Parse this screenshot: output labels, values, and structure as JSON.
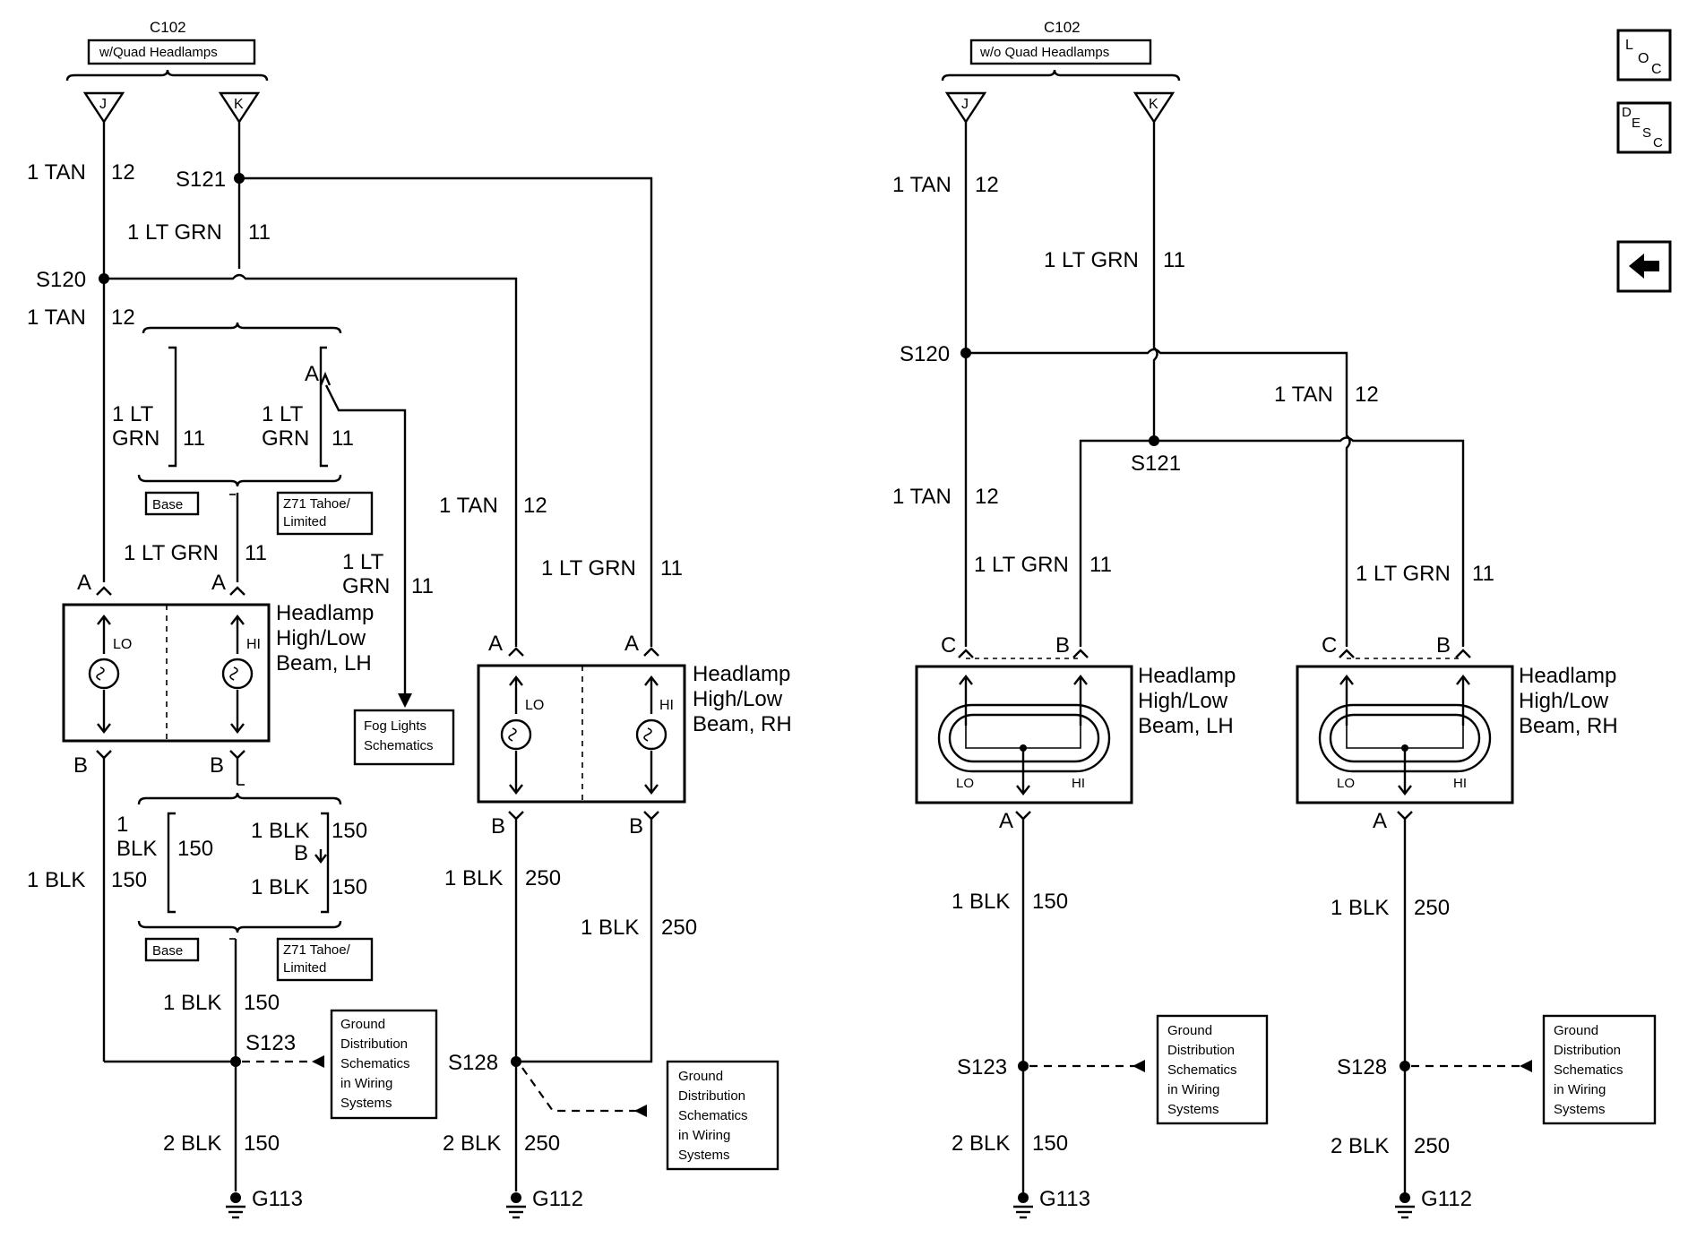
{
  "left": {
    "connector_name": "C102",
    "connector_variant": "w/Quad Headlamps",
    "pin_j": "J",
    "pin_k": "K",
    "w_j_color": "1 TAN",
    "w_j_ckt": "12",
    "s121": "S121",
    "w_s121_color": "1 LT GRN",
    "w_s121_ckt": "11",
    "s120": "S120",
    "w_s120_color": "1 TAN",
    "w_s120_ckt": "12",
    "pin_a_fog": "A",
    "w_base_color_1": "1 LT",
    "w_base_color_2": "GRN",
    "w_base_ckt": "11",
    "w_z71_color_1": "1 LT",
    "w_z71_color_2": "GRN",
    "w_z71_ckt": "11",
    "base_label": "Base",
    "z71_label_1": "Z71 Tahoe/",
    "z71_label_2": "Limited",
    "w_lh_feed_color": "1 LT GRN",
    "w_lh_feed_ckt": "11",
    "w_fog_color_1": "1 LT",
    "w_fog_color_2": "GRN",
    "w_fog_ckt": "11",
    "fog_box_1": "Fog Lights",
    "fog_box_2": "Schematics",
    "lh_pin_a1": "A",
    "lh_pin_a2": "A",
    "lh_lo": "LO",
    "lh_hi": "HI",
    "lh_title_1": "Headlamp",
    "lh_title_2": "High/Low",
    "lh_title_3": "Beam, LH",
    "lh_pin_b1": "B",
    "lh_pin_b2": "B",
    "w_lh_gnd_left_color": "1 BLK",
    "w_lh_gnd_left_ckt": "150",
    "w_base_gnd_color_1": "1",
    "w_base_gnd_color_2": "BLK",
    "w_base_gnd_ckt": "150",
    "w_z71_gnd_top_color": "1 BLK",
    "w_z71_gnd_top_ckt": "150",
    "z71_gnd_pin": "B",
    "w_z71_gnd_bot_color": "1 BLK",
    "w_z71_gnd_bot_ckt": "150",
    "base_label_2": "Base",
    "z71_label_b1": "Z71 Tahoe/",
    "z71_label_b2": "Limited",
    "w_lh_gnd_mid_color": "1 BLK",
    "w_lh_gnd_mid_ckt": "150",
    "s123": "S123",
    "gd1_1": "Ground",
    "gd1_2": "Distribution",
    "gd1_3": "Schematics",
    "gd1_4": "in Wiring",
    "gd1_5": "Systems",
    "w_g113_color": "2 BLK",
    "w_g113_ckt": "150",
    "g113": "G113",
    "w_rh_lo_color": "1 TAN",
    "w_rh_lo_ckt": "12",
    "w_rh_hi_color": "1 LT GRN",
    "w_rh_hi_ckt": "11",
    "rh_pin_a1": "A",
    "rh_pin_a2": "A",
    "rh_lo": "LO",
    "rh_hi": "HI",
    "rh_title_1": "Headlamp",
    "rh_title_2": "High/Low",
    "rh_title_3": "Beam, RH",
    "rh_pin_b1": "B",
    "rh_pin_b2": "B",
    "w_rh_gnd1_color": "1 BLK",
    "w_rh_gnd1_ckt": "250",
    "w_rh_gnd2_color": "1 BLK",
    "w_rh_gnd2_ckt": "250",
    "s128": "S128",
    "gd2_1": "Ground",
    "gd2_2": "Distribution",
    "gd2_3": "Schematics",
    "gd2_4": "in Wiring",
    "gd2_5": "Systems",
    "w_g112_color": "2 BLK",
    "w_g112_ckt": "250",
    "g112": "G112"
  },
  "right": {
    "connector_name": "C102",
    "connector_variant": "w/o Quad Headlamps",
    "pin_j": "J",
    "pin_k": "K",
    "w_j_color": "1 TAN",
    "w_j_ckt": "12",
    "w_k_color": "1 LT GRN",
    "w_k_ckt": "11",
    "s120": "S120",
    "w_tan2_color": "1 TAN",
    "w_tan2_ckt": "12",
    "s121": "S121",
    "w_lh_c_color": "1 TAN",
    "w_lh_c_ckt": "12",
    "w_lh_b_color": "1 LT GRN",
    "w_lh_b_ckt": "11",
    "w_rh_b_color": "1 LT GRN",
    "w_rh_b_ckt": "11",
    "lh_pin_c": "C",
    "lh_pin_b": "B",
    "rh_pin_c": "C",
    "rh_pin_b": "B",
    "lh_title_1": "Headlamp",
    "lh_title_2": "High/Low",
    "lh_title_3": "Beam, LH",
    "rh_title_1": "Headlamp",
    "rh_title_2": "High/Low",
    "rh_title_3": "Beam, RH",
    "lh_lo": "LO",
    "lh_hi": "HI",
    "rh_lo": "LO",
    "rh_hi": "HI",
    "lh_pin_a": "A",
    "rh_pin_a": "A",
    "w_lh_gnd_color": "1 BLK",
    "w_lh_gnd_ckt": "150",
    "w_rh_gnd_color": "1 BLK",
    "w_rh_gnd_ckt": "250",
    "s123": "S123",
    "s128": "S128",
    "gd3_1": "Ground",
    "gd3_2": "Distribution",
    "gd3_3": "Schematics",
    "gd3_4": "in Wiring",
    "gd3_5": "Systems",
    "gd4_1": "Ground",
    "gd4_2": "Distribution",
    "gd4_3": "Schematics",
    "gd4_4": "in Wiring",
    "gd4_5": "Systems",
    "w_g113_color": "2 BLK",
    "w_g113_ckt": "150",
    "w_g112_color": "2 BLK",
    "w_g112_ckt": "250",
    "g113": "G113",
    "g112": "G112"
  },
  "nav": {
    "loc_l": "L",
    "loc_o": "O",
    "loc_c": "C",
    "desc_d": "D",
    "desc_e": "E",
    "desc_s": "S",
    "desc_c": "C",
    "back_icon": "back-arrow-icon"
  }
}
